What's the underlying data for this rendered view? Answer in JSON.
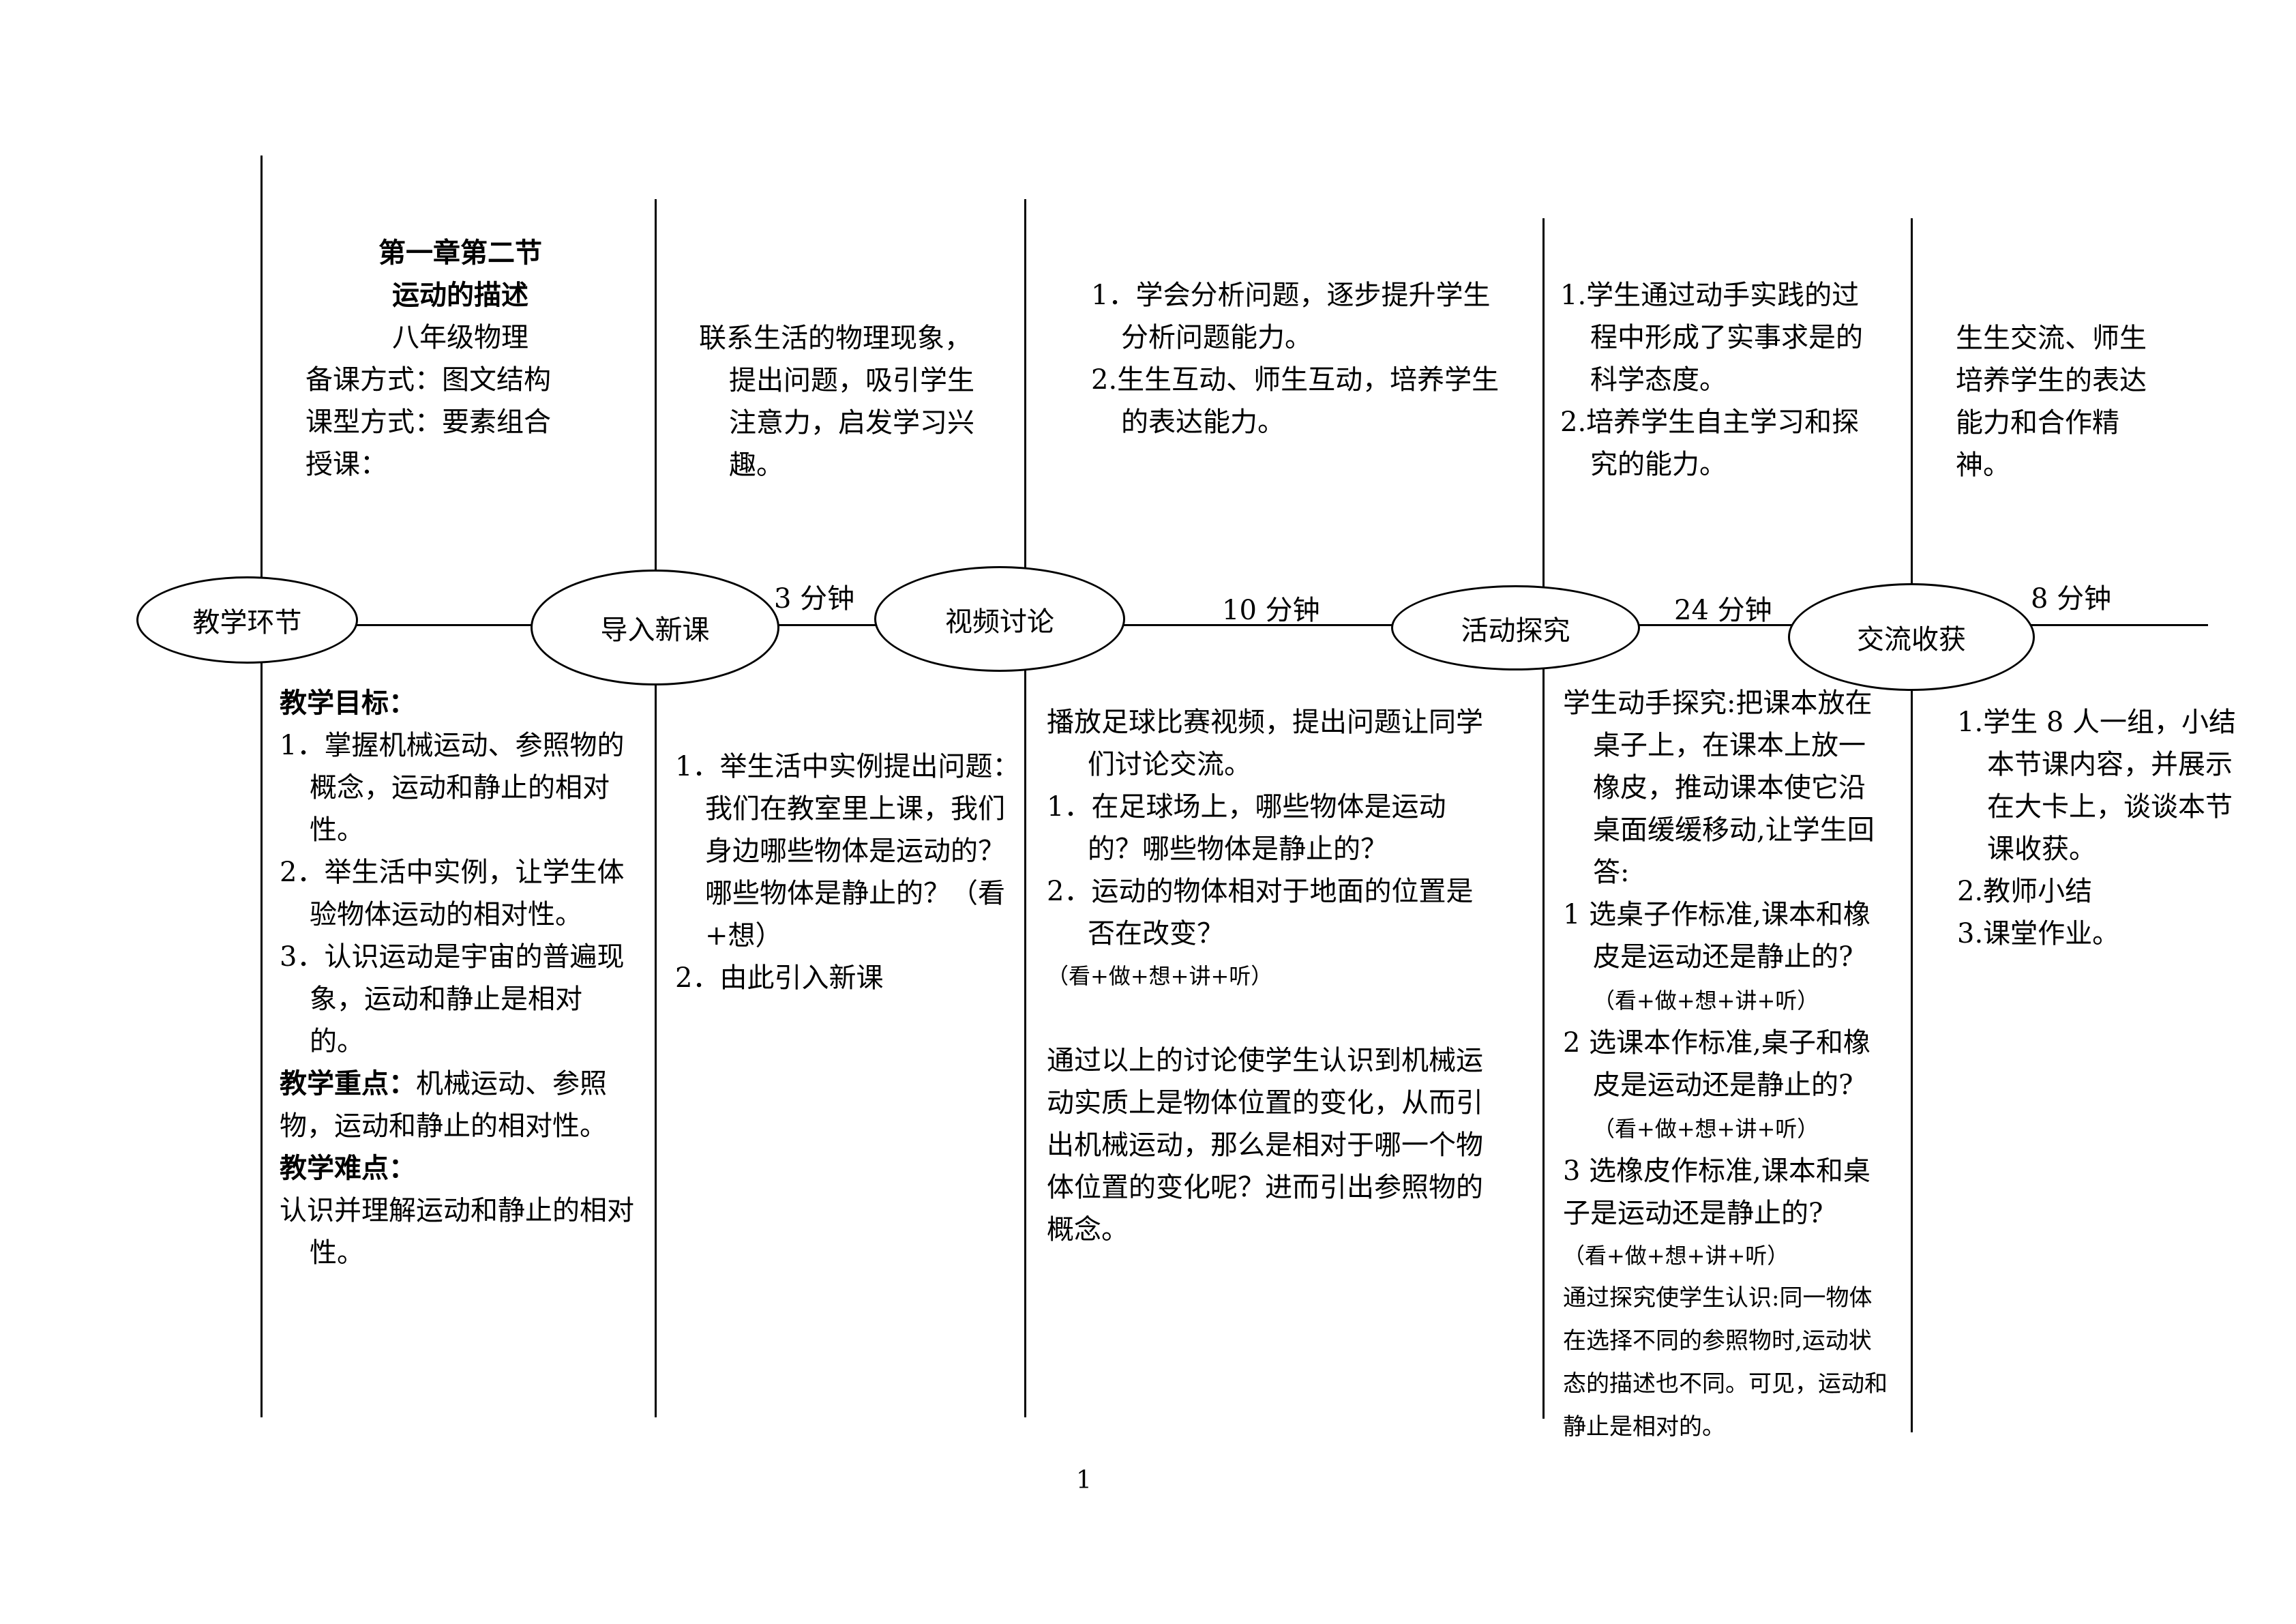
{
  "header": {
    "title_line1": "第一章第二节",
    "title_line2": "运动的描述",
    "grade": "八年级物理",
    "prep_method": "备课方式：图文结构",
    "lesson_type": "课型方式：要素组合",
    "teacher": "授课："
  },
  "timeline": {
    "nodes": [
      "教学环节",
      "导入新课",
      "视频讨论",
      "活动探究",
      "交流收获"
    ],
    "durations": [
      "3 分钟",
      "10 分钟",
      "24 分钟",
      "8 分钟"
    ]
  },
  "top_goals": {
    "intro": [
      "联系生活的物理现象，",
      "提出问题，吸引学生",
      "注意力，启发学习兴",
      "趣。"
    ],
    "video": [
      "1．学会分析问题，逐步提升学生分析问题能力。",
      "2.生生互动、师生互动，培养学生的表达能力。"
    ],
    "activity": [
      "1.学生通过动手实践的过程中形成了实事求是的科学态度。",
      "2.培养学生自主学习和探究的能力。"
    ],
    "exchange": [
      "生生交流、师生",
      "培养学生的表达",
      "能力和合作精",
      "神。"
    ]
  },
  "objectives": {
    "heading": "教学目标：",
    "items": [
      "1．掌握机械运动、参照物的概念，运动和静止的相对性。",
      "2．举生活中实例，让学生体验物体运动的相对性。",
      "3．认识运动是宇宙的普遍现象，运动和静止是相对的。"
    ],
    "key_label": "教学重点：",
    "key_text": "机械运动、参照物，运动和静止的相对性。",
    "difficulty_label": "教学难点：",
    "difficulty_text": "认识并理解运动和静止的相对性。"
  },
  "intro_content": {
    "items": [
      "1．举生活中实例提出问题：我们在教室里上课，我们身边哪些物体是运动的？哪些物体是静止的？（看+想）",
      "2．由此引入新课"
    ]
  },
  "video_content": {
    "lead": "播放足球比赛视频，提出问题让同学们讨论交流。",
    "items": [
      "1．在足球场上，哪些物体是运动的？哪些物体是静止的？",
      "2．运动的物体相对于地面的位置是否在改变？"
    ],
    "note": "（看+做+想+讲+听）",
    "summary": "通过以上的讨论使学生认识到机械运动实质上是物体位置的变化，从而引出机械运动，那么是相对于哪一个物体位置的变化呢？进而引出参照物的概念。"
  },
  "activity_content": {
    "lead": "学生动手探究:把课本放在桌子上，在课本上放一橡皮，推动课本使它沿桌面缓缓移动,让学生回答:",
    "q1": "1 选桌子作标准,课本和橡皮是运动还是静止的?",
    "q1_note": "（看+做+想+讲+听）",
    "q2": "2 选课本作标准,桌子和橡皮是运动还是静止的?",
    "q2_note": "（看+做+想+讲+听）",
    "q3": "3 选橡皮作标准,课本和桌子是运动还是静止的?",
    "q3_note": "（看+做+想+讲+听）",
    "conclusion": "通过探究使学生认识:同一物体在选择不同的参照物时,运动状态的描述也不同。可见，运动和静止是相对的。"
  },
  "exchange_content": {
    "items": [
      "1.学生 8 人一组，小结本节课内容，并展示在大卡上，谈谈本节课收获。",
      "2.教师小结",
      "3.课堂作业。"
    ]
  },
  "footer": {
    "page_number": "1"
  }
}
